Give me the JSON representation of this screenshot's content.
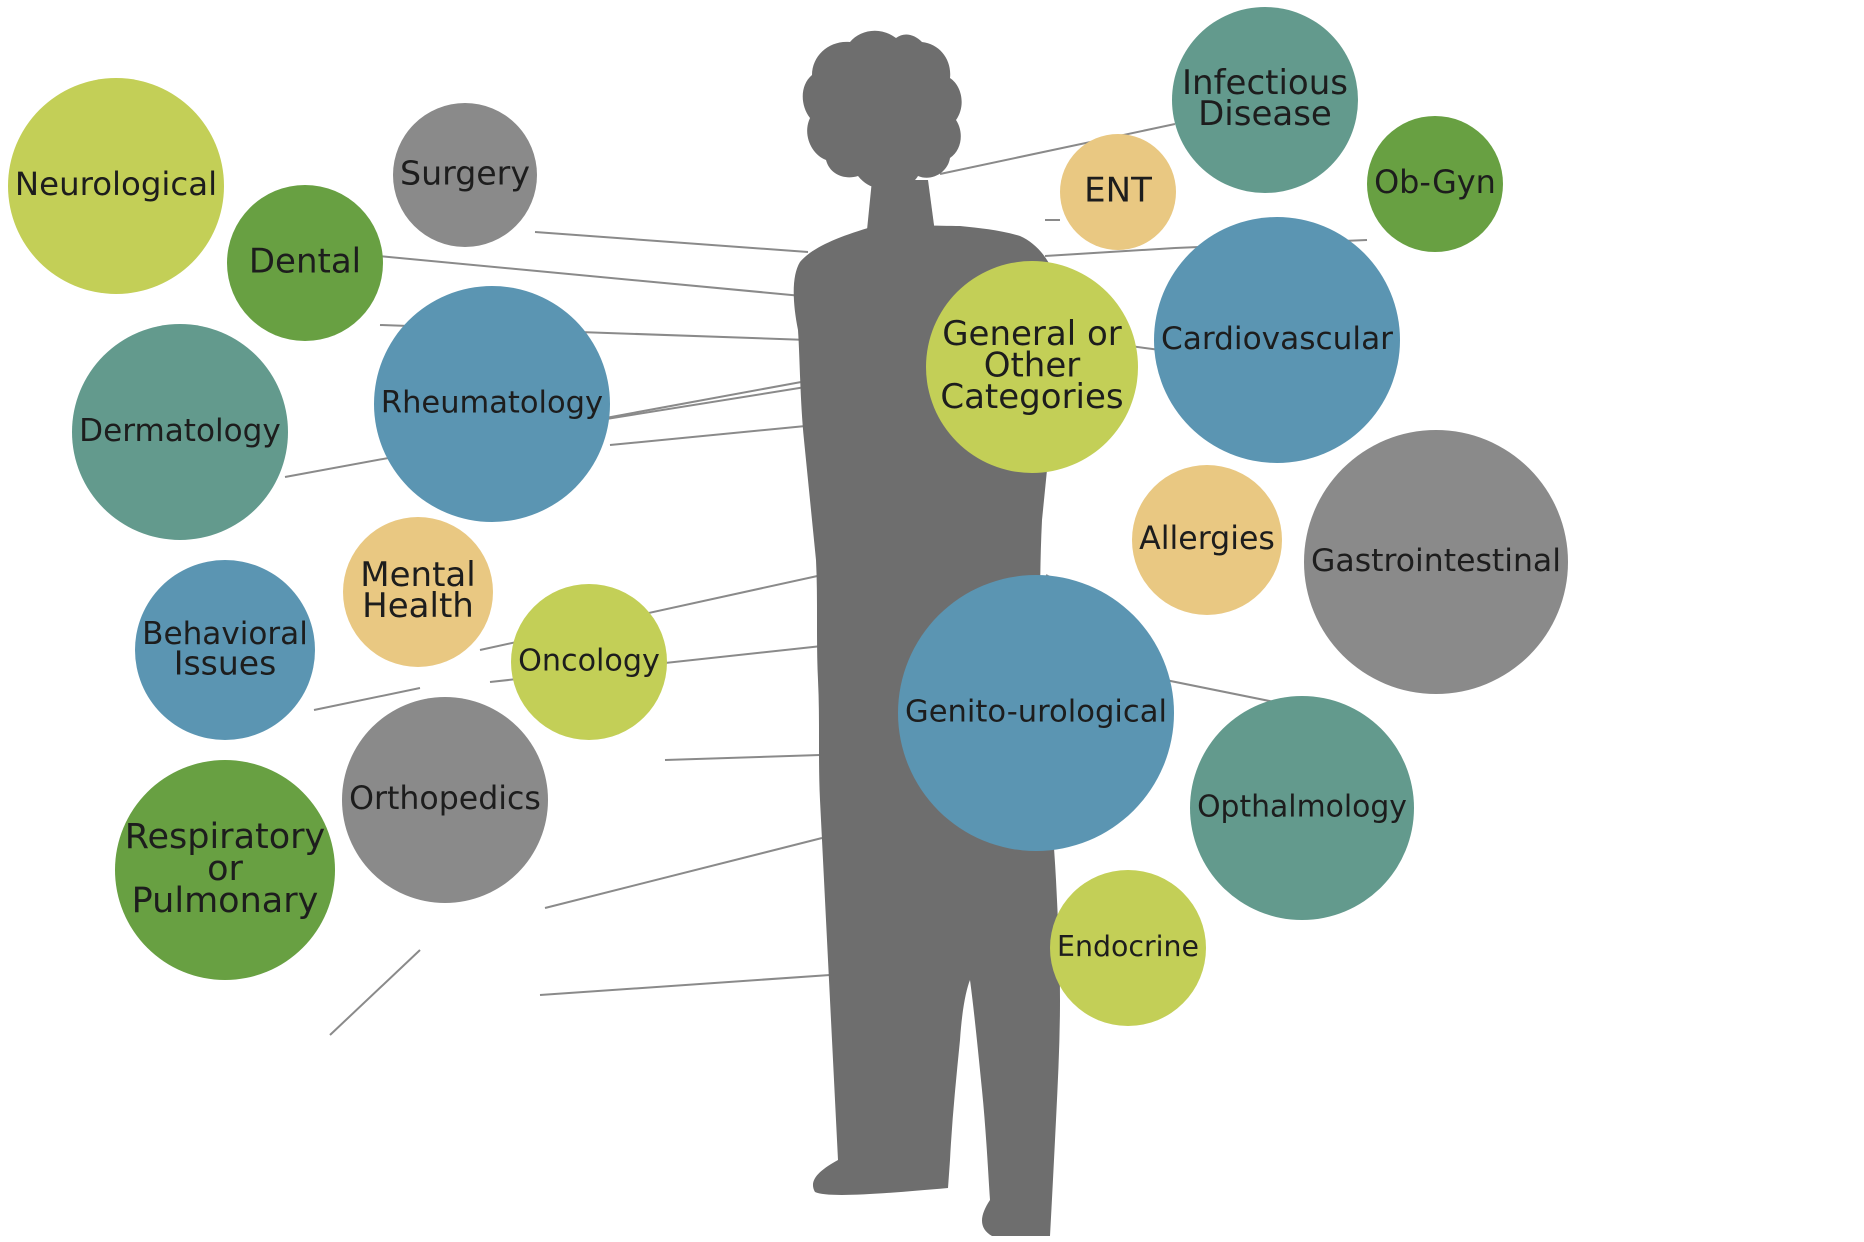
{
  "figure": {
    "background": "#ffffff",
    "silhouette_color": "#6e6e6e",
    "connector_color": "#8a8a8a"
  },
  "palette": {
    "lime": "#c3cf57",
    "green": "#68a042",
    "teal": "#639a8d",
    "blue": "#5b95b2",
    "gray": "#8a8a8a",
    "sand": "#e9c882"
  },
  "categories": [
    {
      "id": "neurological",
      "lines": [
        "Neurological"
      ],
      "color": "lime"
    },
    {
      "id": "surgery",
      "lines": [
        "Surgery"
      ],
      "color": "gray"
    },
    {
      "id": "dental",
      "lines": [
        "Dental"
      ],
      "color": "green"
    },
    {
      "id": "dermatology",
      "lines": [
        "Dermatology"
      ],
      "color": "teal"
    },
    {
      "id": "rheumatology",
      "lines": [
        "Rheumatology"
      ],
      "color": "blue"
    },
    {
      "id": "behavioral-issues",
      "lines": [
        "Behavioral",
        "Issues"
      ],
      "color": "blue"
    },
    {
      "id": "mental-health",
      "lines": [
        "Mental",
        "Health"
      ],
      "color": "sand"
    },
    {
      "id": "oncology",
      "lines": [
        "Oncology"
      ],
      "color": "lime"
    },
    {
      "id": "orthopedics",
      "lines": [
        "Orthopedics"
      ],
      "color": "gray"
    },
    {
      "id": "respiratory-or-pulmonary",
      "lines": [
        "Respiratory",
        "or",
        "Pulmonary"
      ],
      "color": "green"
    },
    {
      "id": "infectious-disease",
      "lines": [
        "Infectious",
        "Disease"
      ],
      "color": "teal"
    },
    {
      "id": "ent",
      "lines": [
        "ENT"
      ],
      "color": "sand"
    },
    {
      "id": "ob-gyn",
      "lines": [
        "Ob-Gyn"
      ],
      "color": "green"
    },
    {
      "id": "general-or-other-categories",
      "lines": [
        "General or",
        "Other",
        "Categories"
      ],
      "color": "lime"
    },
    {
      "id": "cardiovascular",
      "lines": [
        "Cardiovascular"
      ],
      "color": "blue"
    },
    {
      "id": "allergies",
      "lines": [
        "Allergies"
      ],
      "color": "sand"
    },
    {
      "id": "gastrointestinal",
      "lines": [
        "Gastrointestinal"
      ],
      "color": "gray"
    },
    {
      "id": "genito-urological",
      "lines": [
        "Genito-urological"
      ],
      "color": "blue"
    },
    {
      "id": "opthalmology",
      "lines": [
        "Opthalmology"
      ],
      "color": "teal"
    },
    {
      "id": "endocrine",
      "lines": [
        "Endocrine"
      ],
      "color": "lime"
    }
  ]
}
